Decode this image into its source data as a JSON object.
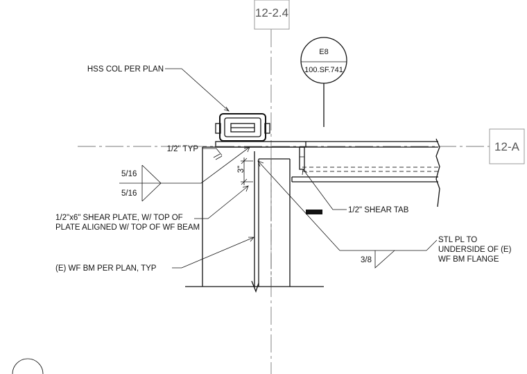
{
  "grid_lines": {
    "vertical": "12-2.4",
    "horizontal": "12-A"
  },
  "section_callout": {
    "detail": "E8",
    "sheet": "100.SF.741"
  },
  "notes": {
    "hss_col": "HSS COL PER PLAN",
    "typ_half": "1/2\" TYP",
    "weld_upper": "5/16",
    "weld_lower": "5/16",
    "dim_3": "3\"",
    "shear_tab": "1/2\" SHEAR TAB",
    "shear_plate_1": "1/2\"x6\" SHEAR PLATE, W/ TOP OF",
    "shear_plate_2": "PLATE ALIGNED W/ TOP OF WF BEAM",
    "stl_pl_1": "STL PL TO",
    "stl_pl_2": "UNDERSIDE OF (E)",
    "stl_pl_3": "WF BM FLANGE",
    "weld_38": "3/8",
    "wf_bm": "(E) WF BM PER PLAN, TYP"
  }
}
